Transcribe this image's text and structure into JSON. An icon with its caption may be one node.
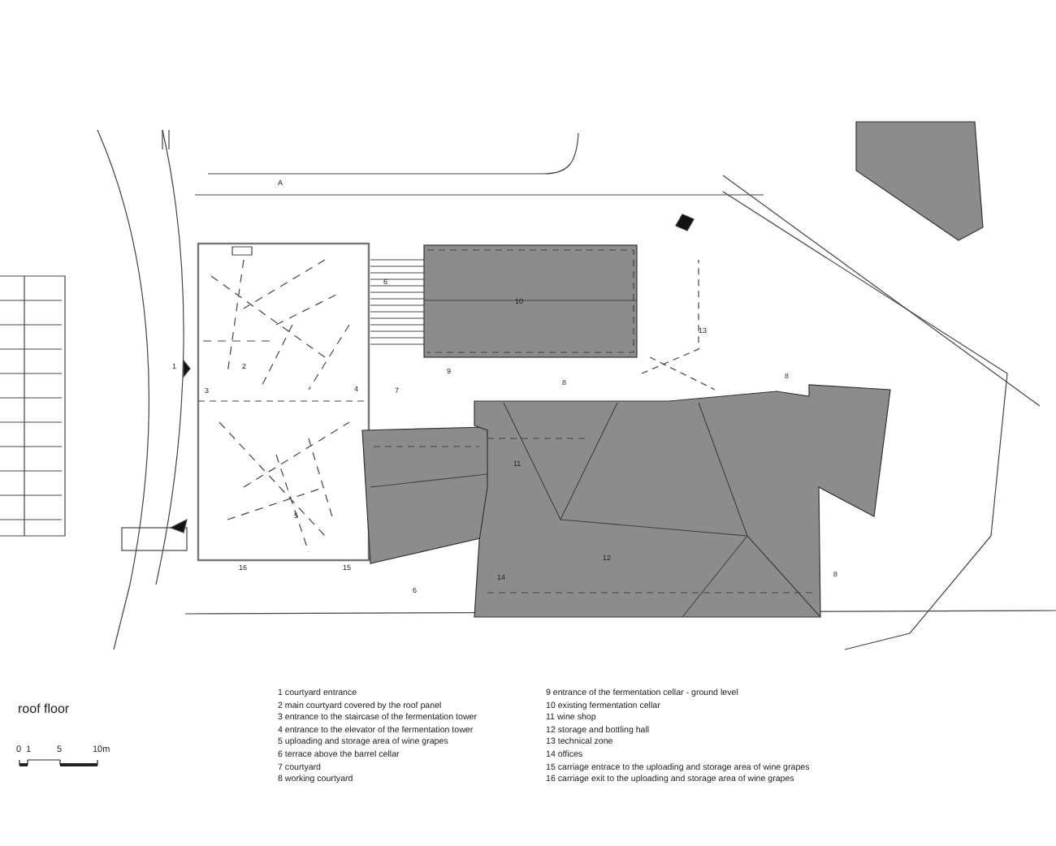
{
  "diagram": {
    "title": "roof floor",
    "labels": [
      "A",
      "6",
      "10",
      "13",
      "1",
      "2",
      "9",
      "8",
      "8",
      "3",
      "4",
      "7",
      "11",
      "5",
      "12",
      "16",
      "15",
      "14",
      "6",
      "8",
      "0",
      "1",
      "5",
      "10m",
      "1 courtyard entrance",
      "2  main courtyard covered by the roof panel",
      "3  entrance to the staircase of the fermentation tower",
      "4  entrance to the elevator of the fermentation tower",
      "5  uploading and storage area of wine grapes",
      "6  terrace above the barrel cellar",
      "7 courtyard",
      "8  working courtyard",
      "9  entrance of the fermentation cellar - ground level",
      "10  existing fermentation cellar",
      "11 wine shop",
      "12 storage and bottling hall",
      "13 technical zone",
      "14 offices",
      "15  carriage entrace to the uploading and storage area of wine grapes",
      "16  carriage exit to the uploading and storage area of wine grapes"
    ]
  }
}
